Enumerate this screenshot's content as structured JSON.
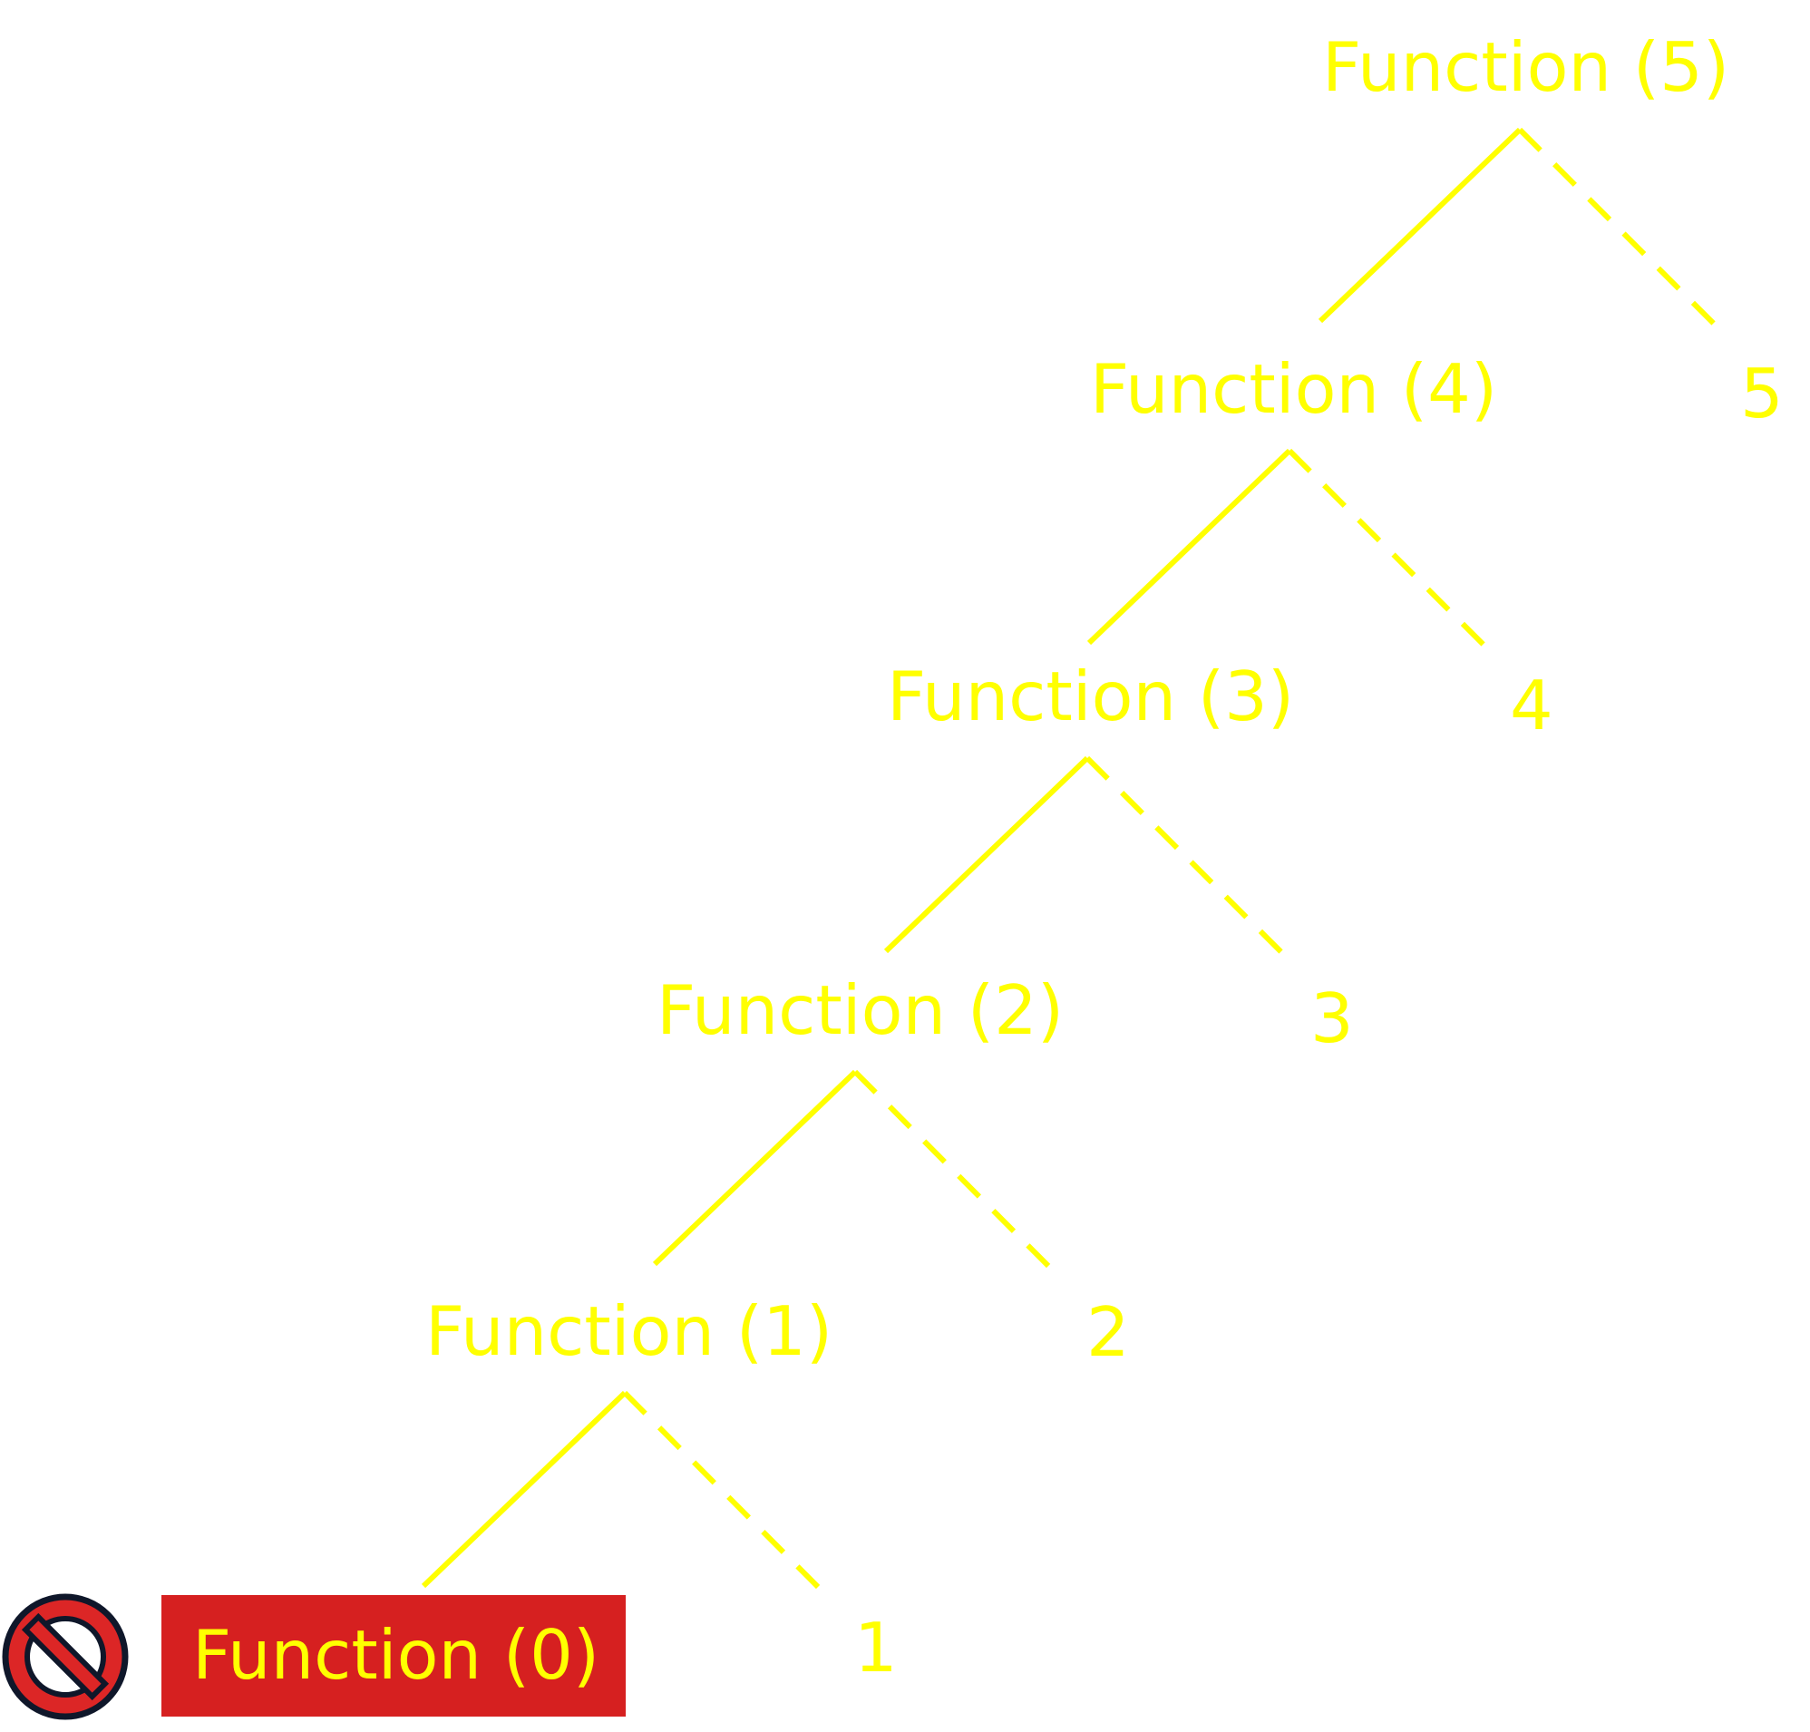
{
  "colors": {
    "text": "#ffff00",
    "edge": "#ffff00",
    "base_case_fill": "#d62020",
    "icon_fill": "#dc2626",
    "icon_outline": "#0f172a"
  },
  "tree": {
    "nodes": [
      {
        "id": "f5",
        "label": "Function (5)"
      },
      {
        "id": "f4",
        "label": "Function (4)"
      },
      {
        "id": "f3",
        "label": "Function (3)"
      },
      {
        "id": "f2",
        "label": "Function (2)"
      },
      {
        "id": "f1",
        "label": "Function (1)"
      },
      {
        "id": "f0",
        "label": "Function (0)",
        "status": "base case"
      }
    ],
    "leaves": [
      {
        "id": "v5",
        "label": "5"
      },
      {
        "id": "v4",
        "label": "4"
      },
      {
        "id": "v3",
        "label": "3"
      },
      {
        "id": "v2",
        "label": "2"
      },
      {
        "id": "v1",
        "label": "1"
      }
    ],
    "edges": [
      {
        "from": "f5",
        "to": "f4",
        "style": "solid"
      },
      {
        "from": "f5",
        "to": "v5",
        "style": "dashed"
      },
      {
        "from": "f4",
        "to": "f3",
        "style": "solid"
      },
      {
        "from": "f4",
        "to": "v4",
        "style": "dashed"
      },
      {
        "from": "f3",
        "to": "f2",
        "style": "solid"
      },
      {
        "from": "f3",
        "to": "v3",
        "style": "dashed"
      },
      {
        "from": "f2",
        "to": "f1",
        "style": "solid"
      },
      {
        "from": "f2",
        "to": "v2",
        "style": "dashed"
      },
      {
        "from": "f1",
        "to": "f0",
        "style": "solid"
      },
      {
        "from": "f1",
        "to": "v1",
        "style": "dashed"
      }
    ],
    "base_case_icon": "prohibited-icon"
  }
}
